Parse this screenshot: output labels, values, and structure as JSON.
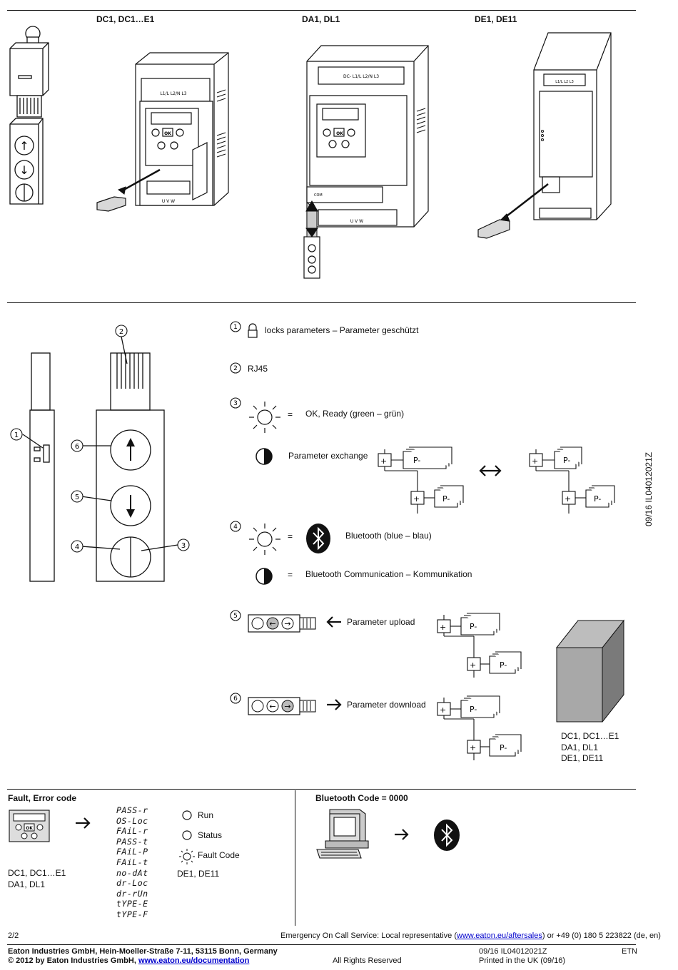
{
  "header": {
    "col1": "DC1, DC1…E1",
    "col2": "DA1, DL1",
    "col3": "DE1, DE11"
  },
  "side_code": "09/16 IL04012021Z",
  "drive_labels": {
    "dc_terminals": "L1/L  L2/N  L3",
    "da_terminals": "DC-  L1/L  L2/N  L3",
    "de_terminals": "L1/L  L2  L3",
    "ok": "OK",
    "com": "COM",
    "uvw": "U  V  W"
  },
  "stick": {
    "up_arrow": "↑",
    "down_arrow": "↓"
  },
  "callouts": [
    "1",
    "2",
    "3",
    "4",
    "5",
    "6"
  ],
  "legend": {
    "item1": "locks parameters – Parameter geschützt",
    "item2": "RJ45",
    "item3_equals": "=",
    "item3": "OK, Ready (green – grün)",
    "item3b": "Parameter exchange",
    "item4_equals": "=",
    "item4": "Bluetooth (blue – blau)",
    "item4b_equals": "=",
    "item4b": "Bluetooth Communication – Kommunikation",
    "item5": "Parameter upload",
    "item6": "Parameter download",
    "param_label": "P-",
    "plus": "+",
    "left_arrow": "←",
    "right_arrow": "→"
  },
  "device_box": [
    "DC1, DC1…E1",
    "DA1, DL1",
    "DE1, DE11"
  ],
  "fault": {
    "title": "Fault, Error code",
    "devices": [
      "DC1, DC1…E1",
      "DA1, DL1"
    ],
    "codes": [
      "PASS-r",
      "OS-Loc",
      "FAiL-r",
      "PASS-t",
      "FAiL-P",
      "FAiL-t",
      "no-dAt",
      "dr-Loc",
      "dr-rUn",
      "tYPE-E",
      "tYPE-F"
    ],
    "leds": [
      "Run",
      "Status",
      "Fault Code"
    ],
    "leds_device": "DE1, DE11"
  },
  "bluetooth": {
    "title": "Bluetooth Code = 0000"
  },
  "footer": {
    "page": "2/2",
    "emergency_prefix": "Emergency On Call Service: Local representative (",
    "emergency_link": "www.eaton.eu/aftersales",
    "emergency_suffix": ") or +49 (0) 180 5 223822 (de, en)",
    "company": "Eaton Industries GmbH, Hein-Moeller-Straße 7-11, 53115 Bonn, Germany",
    "copyright_prefix": "© 2012 by Eaton Industries GmbH, ",
    "copyright_link": "www.eaton.eu/documentation",
    "rights": "All Rights Reserved",
    "doc_code": "09/16 IL04012021Z",
    "printed": "Printed in the UK (09/16)",
    "brand_code": "ETN"
  }
}
